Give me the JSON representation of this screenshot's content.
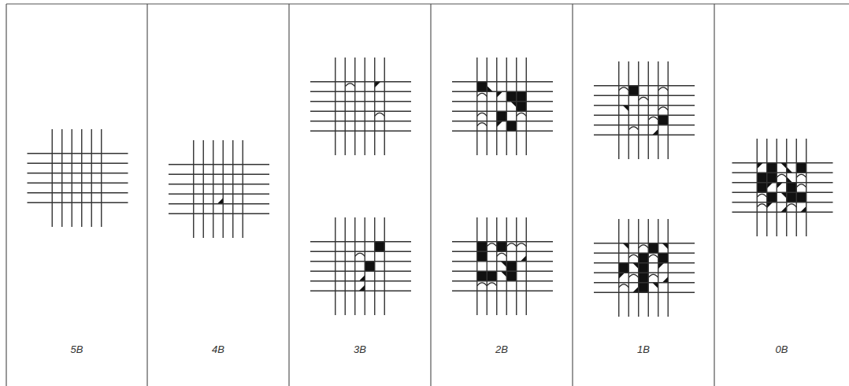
{
  "diagram": {
    "labels": [
      "5B",
      "4B",
      "3B",
      "2B",
      "1B",
      "0B"
    ]
  }
}
